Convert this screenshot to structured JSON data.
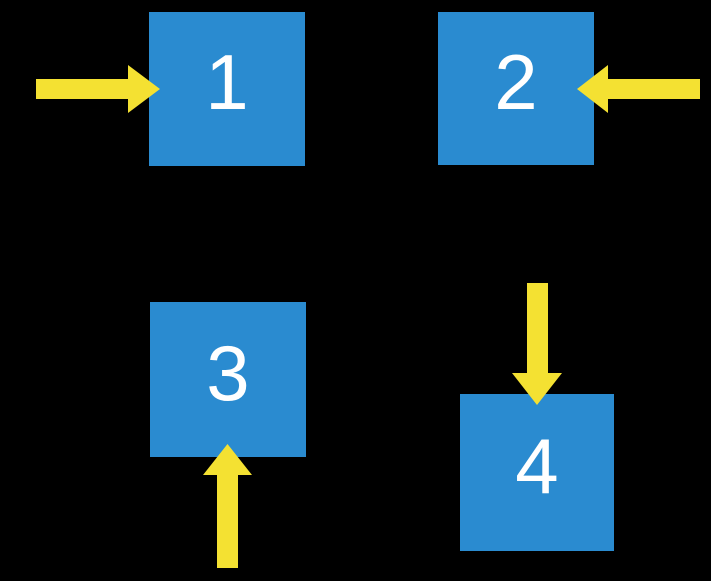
{
  "scene": {
    "background_color": "#000000",
    "box_color": "#2A8BD0",
    "arrow_color": "#F4E132",
    "number_color": "#FFFFFF"
  },
  "boxes": [
    {
      "label": "1",
      "arrow_direction": "right"
    },
    {
      "label": "2",
      "arrow_direction": "left"
    },
    {
      "label": "3",
      "arrow_direction": "up"
    },
    {
      "label": "4",
      "arrow_direction": "down"
    }
  ]
}
